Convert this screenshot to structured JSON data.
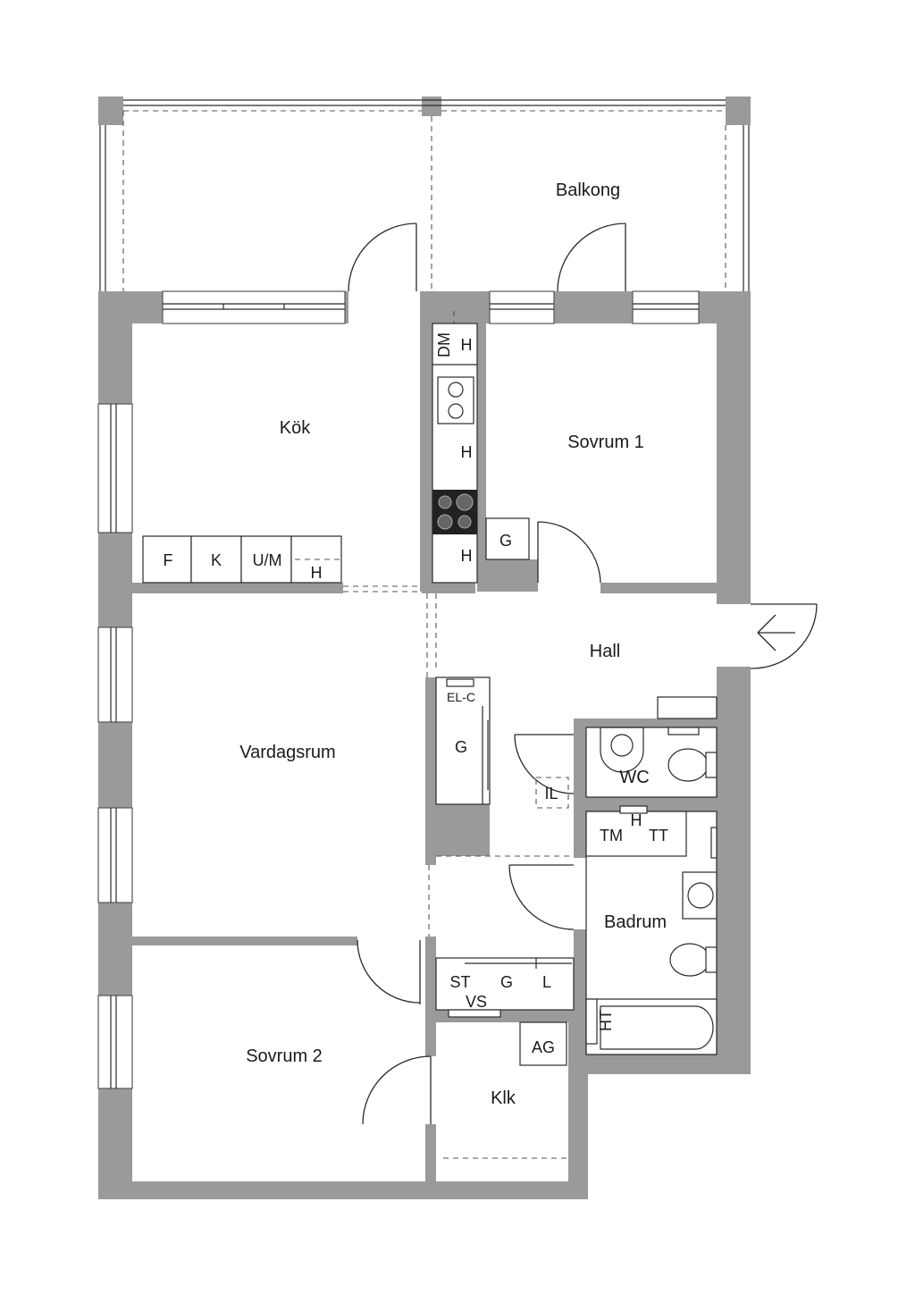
{
  "rooms": {
    "balkong": "Balkong",
    "kok": "Kök",
    "sovrum1": "Sovrum 1",
    "hall": "Hall",
    "vardagsrum": "Vardagsrum",
    "wc": "WC",
    "badrum": "Badrum",
    "sovrum2": "Sovrum 2",
    "klk": "Klk"
  },
  "fixtures": {
    "dm": "DM",
    "h": "H",
    "f": "F",
    "k": "K",
    "um": "U/M",
    "g": "G",
    "elc": "EL-C",
    "il": "IL",
    "tm": "TM",
    "tt": "TT",
    "st": "ST",
    "vs": "VS",
    "l": "L",
    "ht": "HT",
    "ag": "AG"
  },
  "colors": {
    "wall": "#9a9a9a",
    "line": "#2a2a2a"
  }
}
